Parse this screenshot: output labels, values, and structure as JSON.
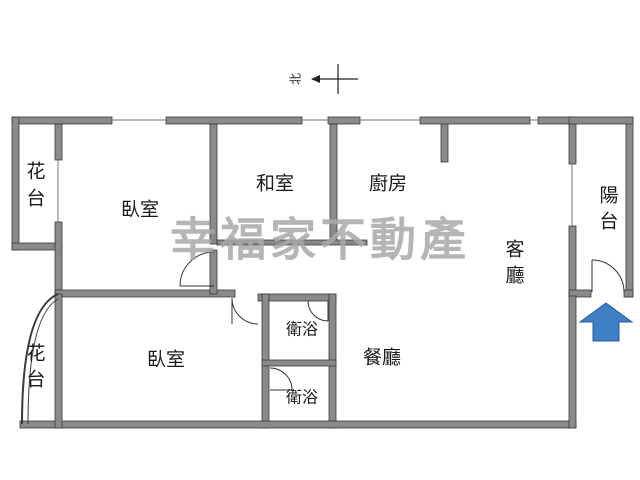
{
  "compass": {
    "label": "北"
  },
  "watermark": {
    "text": "幸福家不動產"
  },
  "rooms": {
    "flower_bed_top": "花台",
    "bedroom_top": "臥室",
    "japanese_room": "和室",
    "kitchen": "廚房",
    "living_room": "客廳",
    "balcony": "陽台",
    "flower_bed_bottom": "花台",
    "bedroom_bottom": "臥室",
    "bathroom_top": "衛浴",
    "bathroom_bottom": "衛浴",
    "dining_room": "餐廳"
  },
  "colors": {
    "wall": "#8a8a8a",
    "wall_outline": "#3a3a3a",
    "entrance_arrow": "#3f7fc6",
    "watermark": "#a9a9a9"
  },
  "entrance": {
    "icon": "entrance-arrow-icon"
  }
}
